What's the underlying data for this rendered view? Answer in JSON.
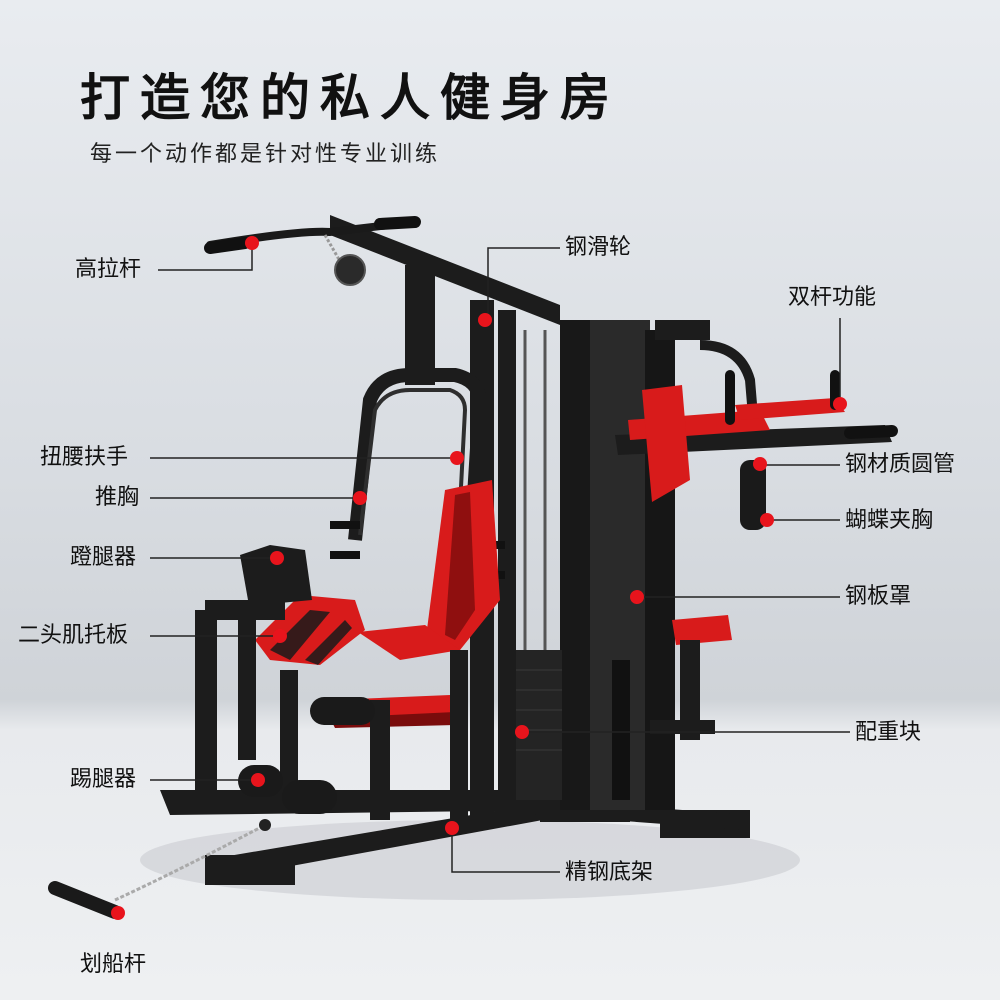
{
  "header": {
    "title": "打造您的私人健身房",
    "subtitle": "每一个动作都是针对性专业训练"
  },
  "callouts": {
    "high_pull_bar": "高拉杆",
    "steel_pulley": "钢滑轮",
    "dual_bar_function": "双杆功能",
    "twist_waist_handle": "扭腰扶手",
    "steel_round_tube": "钢材质圆管",
    "chest_press": "推胸",
    "butterfly_chest": "蝴蝶夹胸",
    "leg_press": "蹬腿器",
    "steel_plate_cover": "钢板罩",
    "biceps_pad": "二头肌托板",
    "weight_stack": "配重块",
    "leg_kick": "踢腿器",
    "steel_base_frame": "精钢底架",
    "rowing_bar": "划船杆"
  },
  "colors": {
    "accent": "#e8141c",
    "frame": "#1c1c1c",
    "pad": "#d81b1b"
  }
}
